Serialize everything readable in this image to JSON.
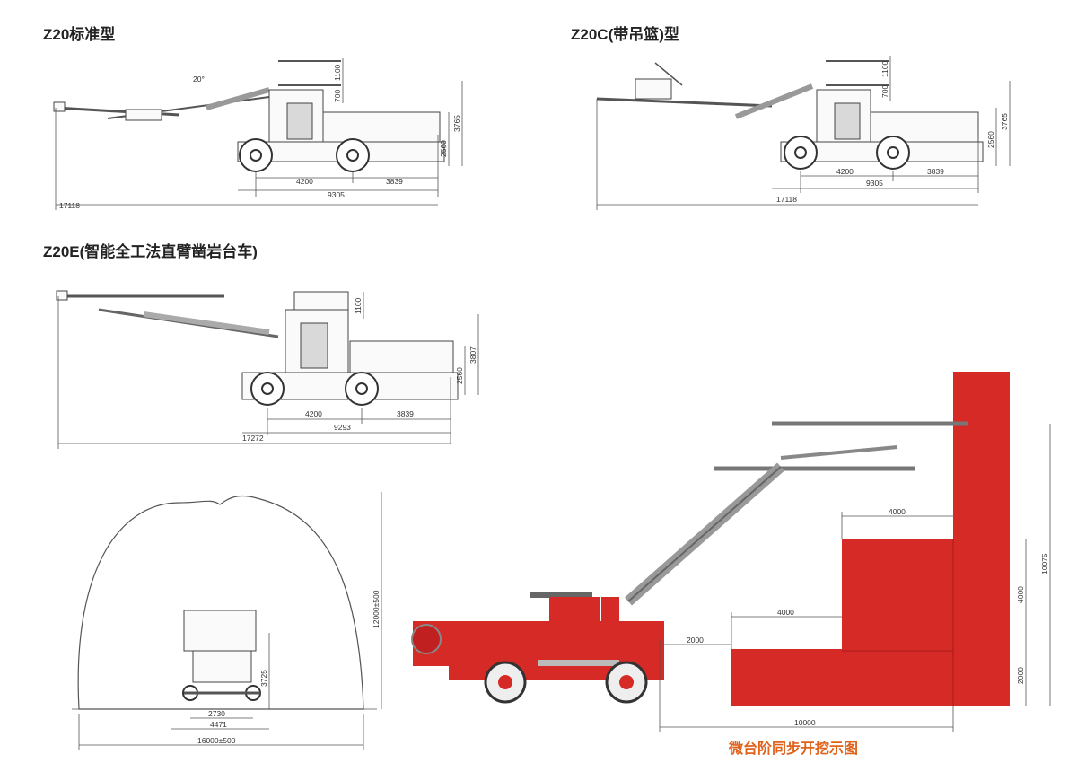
{
  "titles": {
    "z20": "Z20标准型",
    "z20c": "Z20C(带吊篮)型",
    "z20e": "Z20E(智能全工法直臂凿岩台车)"
  },
  "caption": "微台阶同步开挖示图",
  "z20_dims": {
    "d1": "4200",
    "d2": "3839",
    "d3": "9305",
    "d4": "17118",
    "h1": "2560",
    "h2": "3765",
    "h3": "1100",
    "h4": "700",
    "angle": "20°"
  },
  "z20c_dims": {
    "d1": "4200",
    "d2": "3839",
    "d3": "9305",
    "d4": "17118",
    "h1": "2560",
    "h2": "3765",
    "h3": "1100",
    "h4": "700"
  },
  "z20e_dims": {
    "d1": "4200",
    "d2": "3839",
    "d3": "9293",
    "d4": "17272",
    "h1": "2560",
    "h2": "3807",
    "h3": "1100"
  },
  "tunnel_dims": {
    "w1": "2730",
    "w2": "4471",
    "w3": "16000±500",
    "h1": "3725",
    "h2": "12000±500"
  },
  "bench_dims": {
    "s1": "2000",
    "s2": "4000",
    "s3": "4000",
    "total_w": "10000",
    "h1": "2000",
    "h2": "4000",
    "total_h": "10075"
  }
}
